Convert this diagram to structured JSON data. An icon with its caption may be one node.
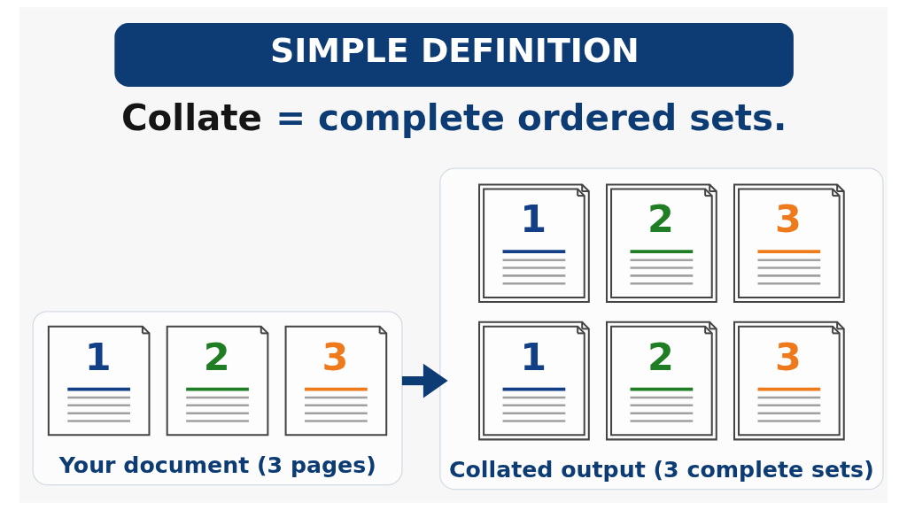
{
  "diagram": {
    "title": "SIMPLE DEFINITION",
    "caption": "Collate = complete ordered sets.",
    "nodes": [
      {
        "text": [
          "Your document (3 pages)"
        ]
      },
      {
        "text": [
          "1"
        ],
        "in": 0
      },
      {
        "text": [
          "2"
        ],
        "in": 0
      },
      {
        "text": [
          "3"
        ],
        "in": 0
      },
      {
        "text": [
          "Collated output (3 complete sets)"
        ]
      },
      {
        "text": [
          "1"
        ],
        "in": 4
      },
      {
        "text": [
          "2"
        ],
        "in": 4
      },
      {
        "text": [
          "3"
        ],
        "in": 4
      },
      {
        "text": [
          "1"
        ],
        "in": 4
      },
      {
        "text": [
          "2"
        ],
        "in": 4
      },
      {
        "text": [
          "3"
        ],
        "in": 4
      }
    ],
    "edges": [
      {
        "from": 0,
        "to": 4,
        "arrow": "to"
      }
    ]
  }
}
